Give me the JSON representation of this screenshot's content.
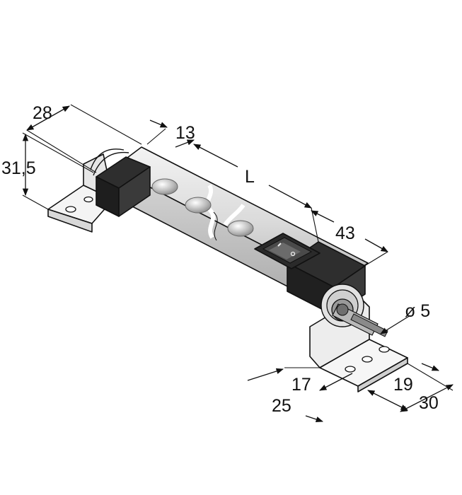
{
  "product": {
    "name": "LED machine light with switch, mounting brackets and cable gland",
    "colors": {
      "housing_light": "#e8e8e8",
      "housing_mid": "#c9c9c9",
      "endcap_dark": "#2b2b2b",
      "bracket": "#f2f2f2",
      "led": "#cfcfcf"
    },
    "icons": [
      "bracket-icon",
      "led-icon",
      "switch-icon",
      "cable-gland-icon"
    ]
  },
  "dimensions": {
    "width": "28",
    "height": "31,5",
    "offset": "13",
    "length": "L",
    "end_length": "43",
    "diameter": "ø 5",
    "bracket_hole_1": "17",
    "bracket_hole_2": "19",
    "bracket_width": "25",
    "bracket_depth": "30"
  }
}
